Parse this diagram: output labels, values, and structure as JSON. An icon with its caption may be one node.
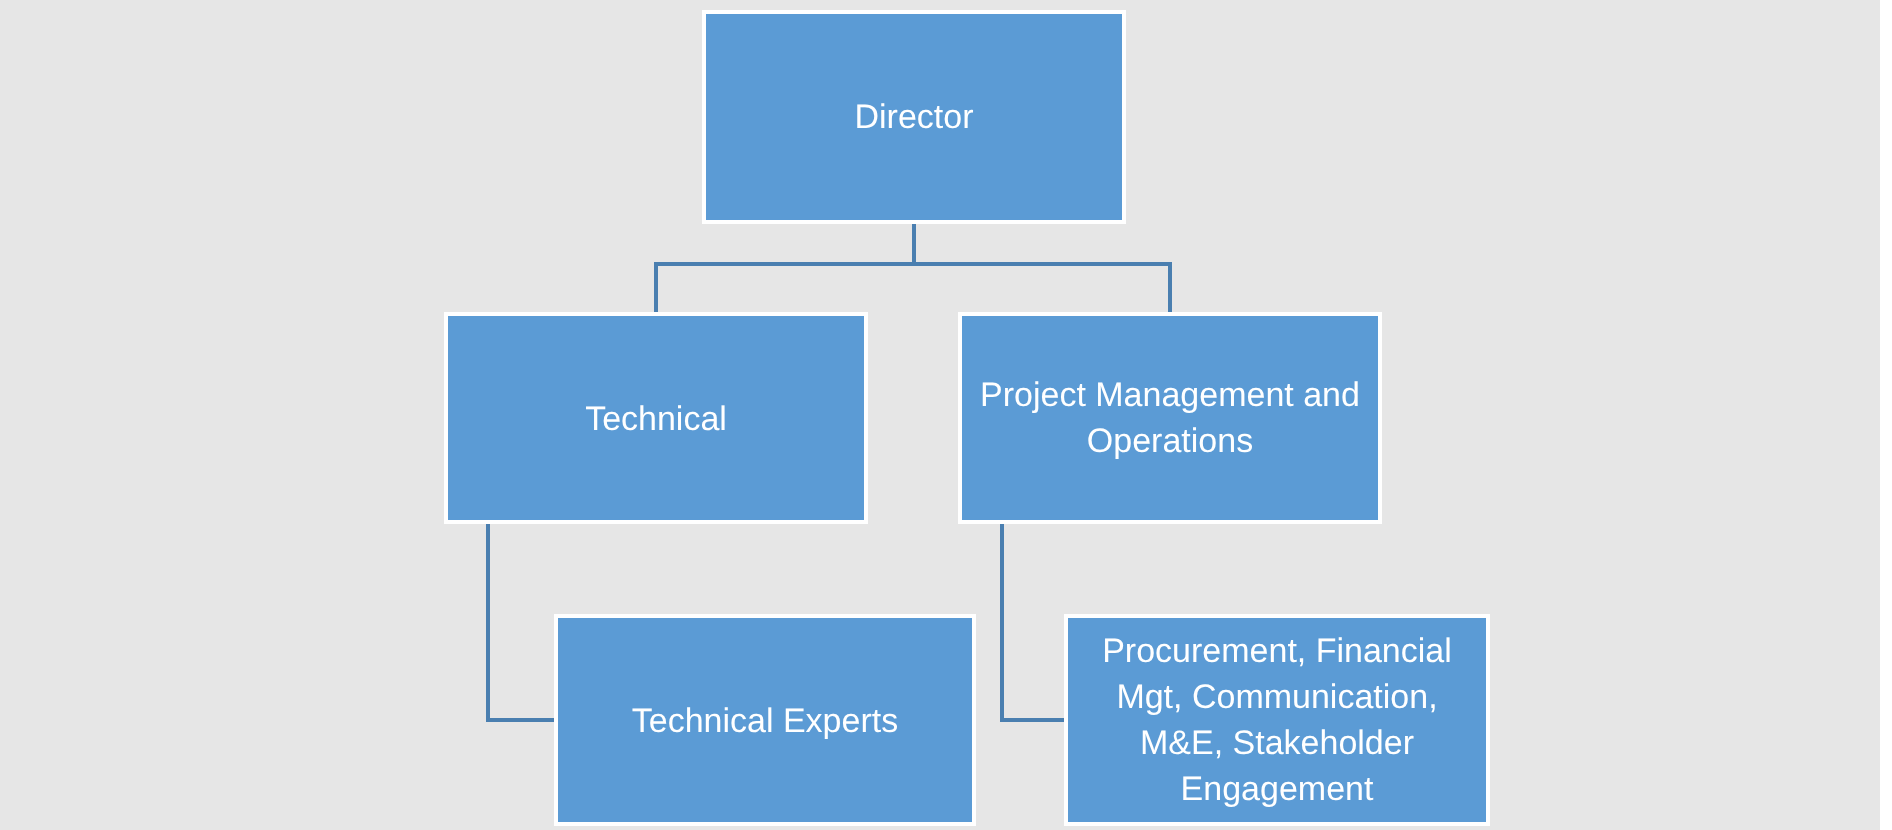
{
  "diagram": {
    "nodes": [
      {
        "text": [
          "Director"
        ]
      },
      {
        "text": [
          "Technical"
        ]
      },
      {
        "text": [
          "Project Management and Operations"
        ]
      },
      {
        "text": [
          "Technical Experts"
        ]
      },
      {
        "text": [
          "Procurement, Financial Mgt, Communication, M&E, Stakeholder Engagement"
        ]
      }
    ],
    "edges": [
      {
        "from": 0,
        "to": 1,
        "arrow": "none"
      },
      {
        "from": 0,
        "to": 2,
        "arrow": "none"
      },
      {
        "from": 1,
        "to": 3,
        "arrow": "none"
      },
      {
        "from": 2,
        "to": 4,
        "arrow": "none"
      }
    ]
  }
}
